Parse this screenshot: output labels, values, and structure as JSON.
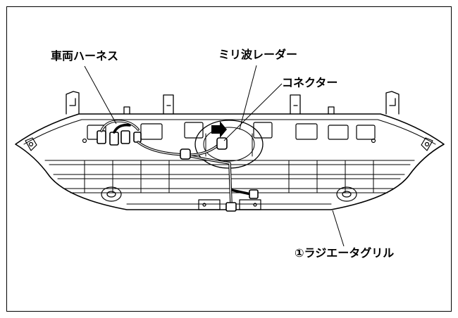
{
  "labels": {
    "harness": "車両ハーネス",
    "radar": "ミリ波レーダー",
    "connector": "コネクター",
    "grille": "①ラジエータグリル"
  }
}
